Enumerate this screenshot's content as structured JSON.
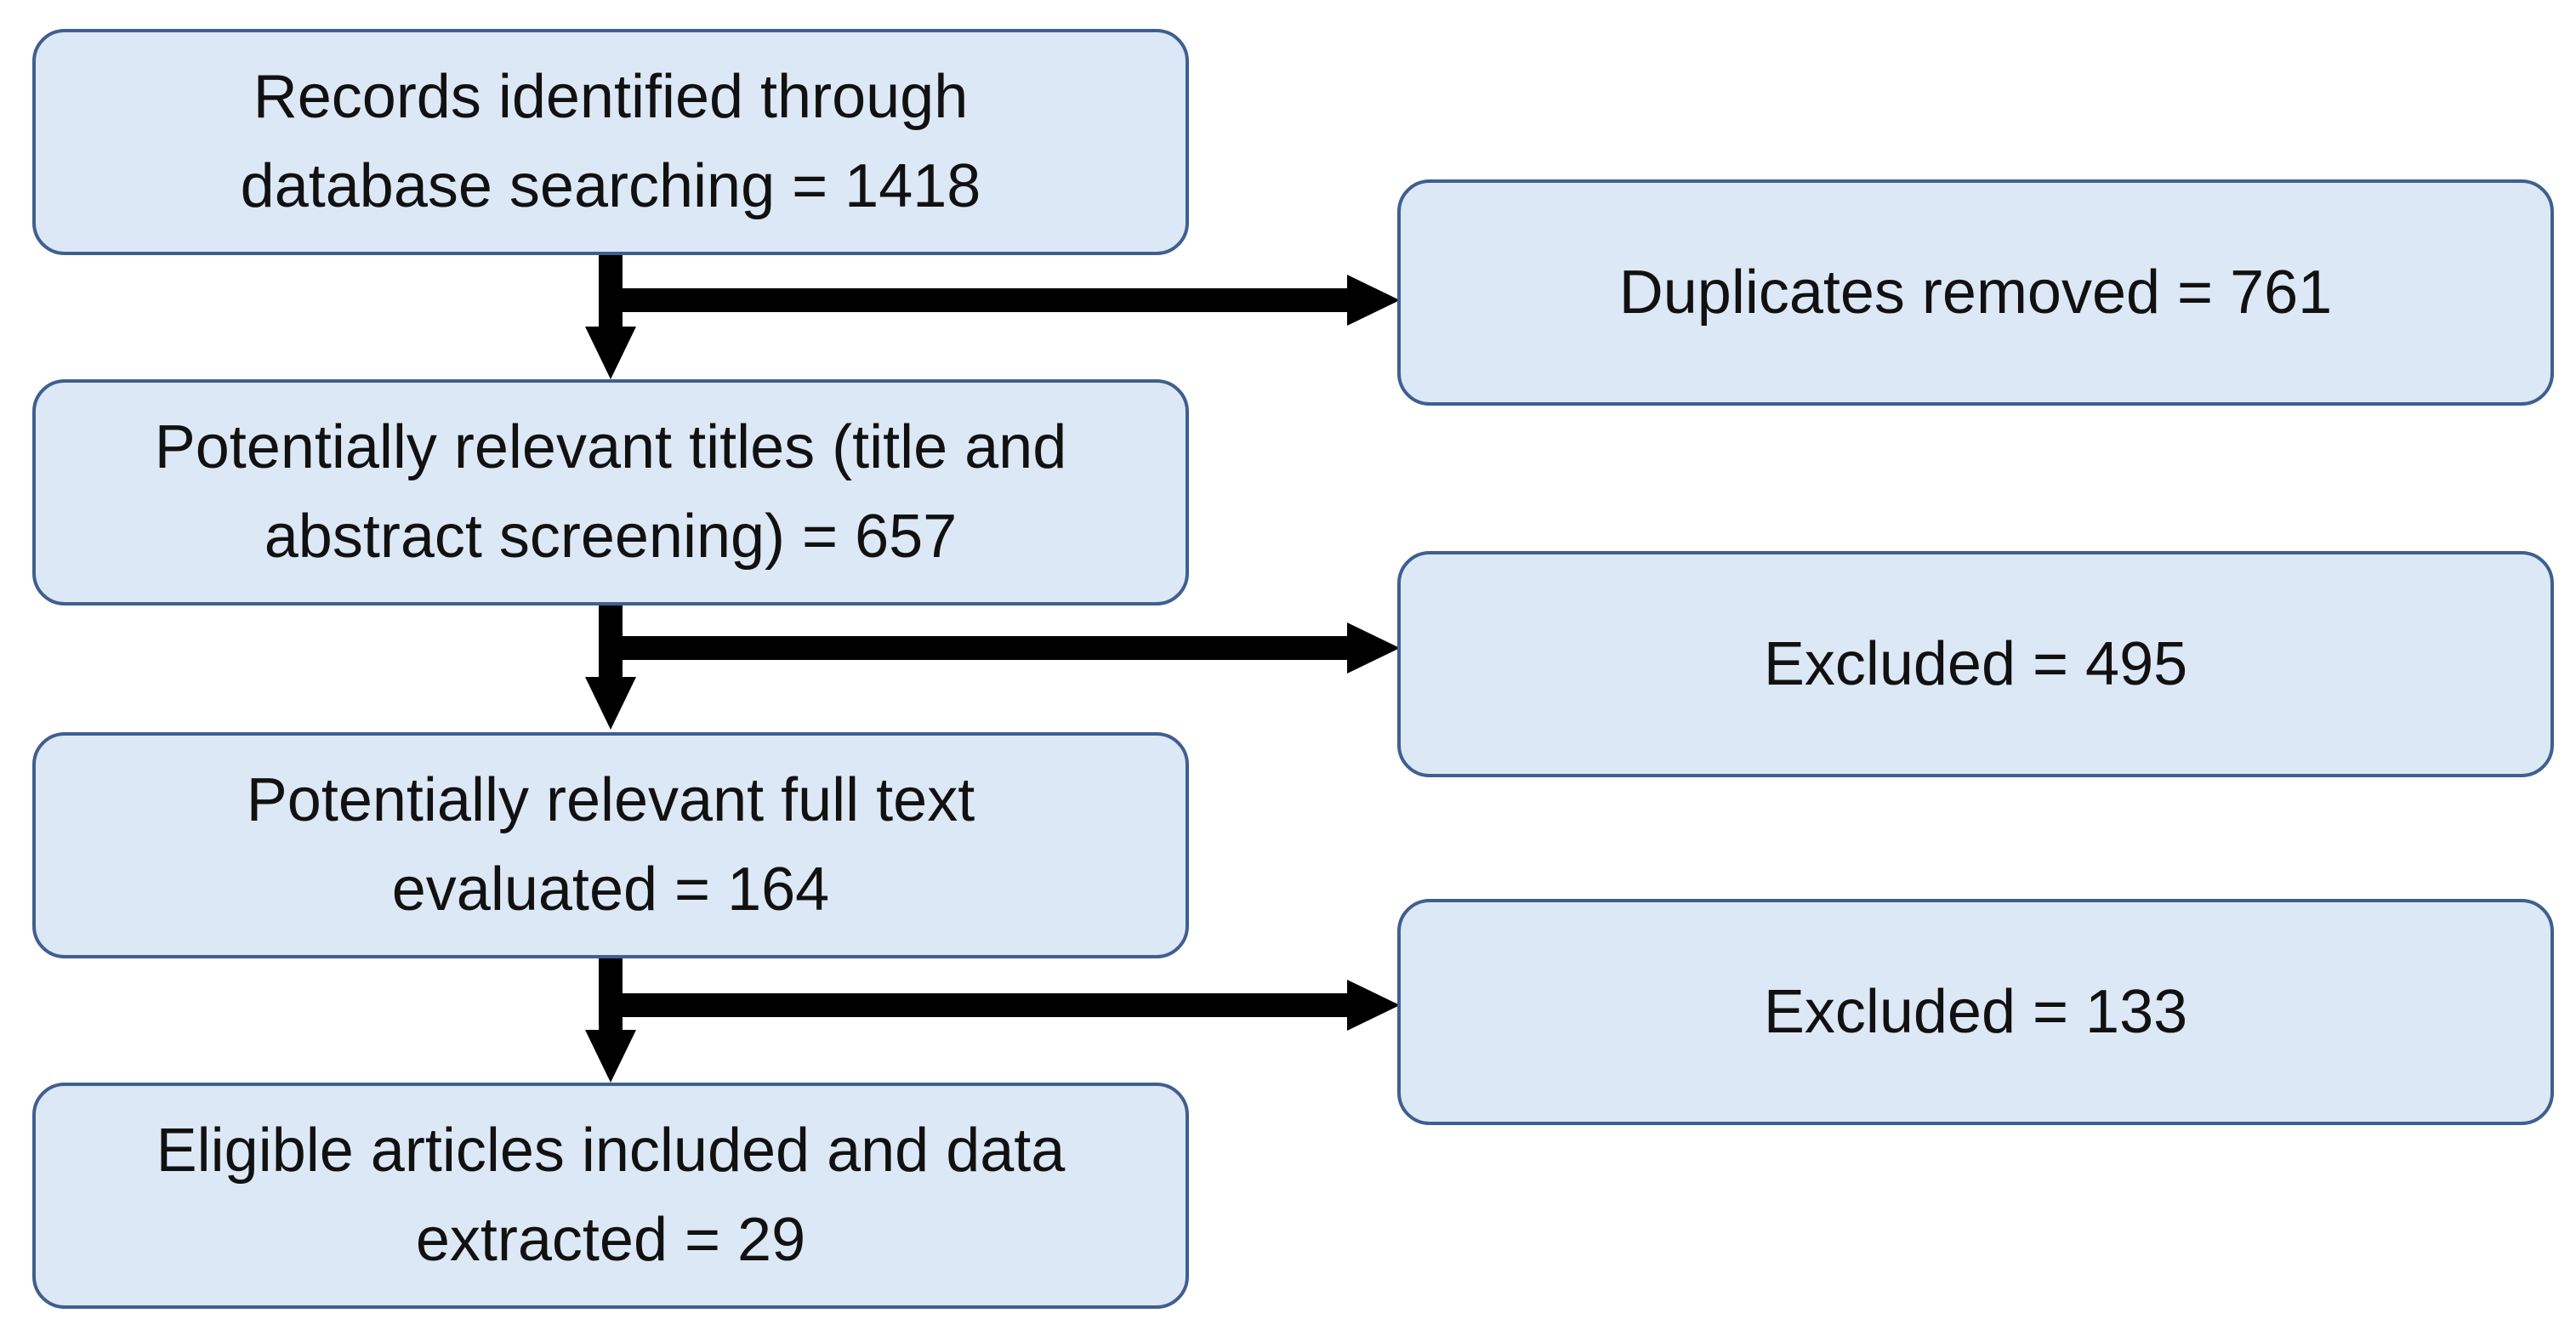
{
  "flow": {
    "main_boxes": [
      {
        "label": "Records identified through\ndatabase searching = 1418"
      },
      {
        "label": "Potentially relevant titles (title and\nabstract screening) =  657"
      },
      {
        "label": "Potentially relevant full text\nevaluated = 164"
      },
      {
        "label": "Eligible articles included and data\nextracted = 29"
      }
    ],
    "side_boxes": [
      {
        "label": "Duplicates removed = 761"
      },
      {
        "label": "Excluded = 495"
      },
      {
        "label": "Excluded = 133"
      }
    ]
  },
  "colors": {
    "box_fill": "#dce8f5",
    "box_border": "#3f5f8f",
    "arrow": "#000000",
    "text": "#111111"
  }
}
